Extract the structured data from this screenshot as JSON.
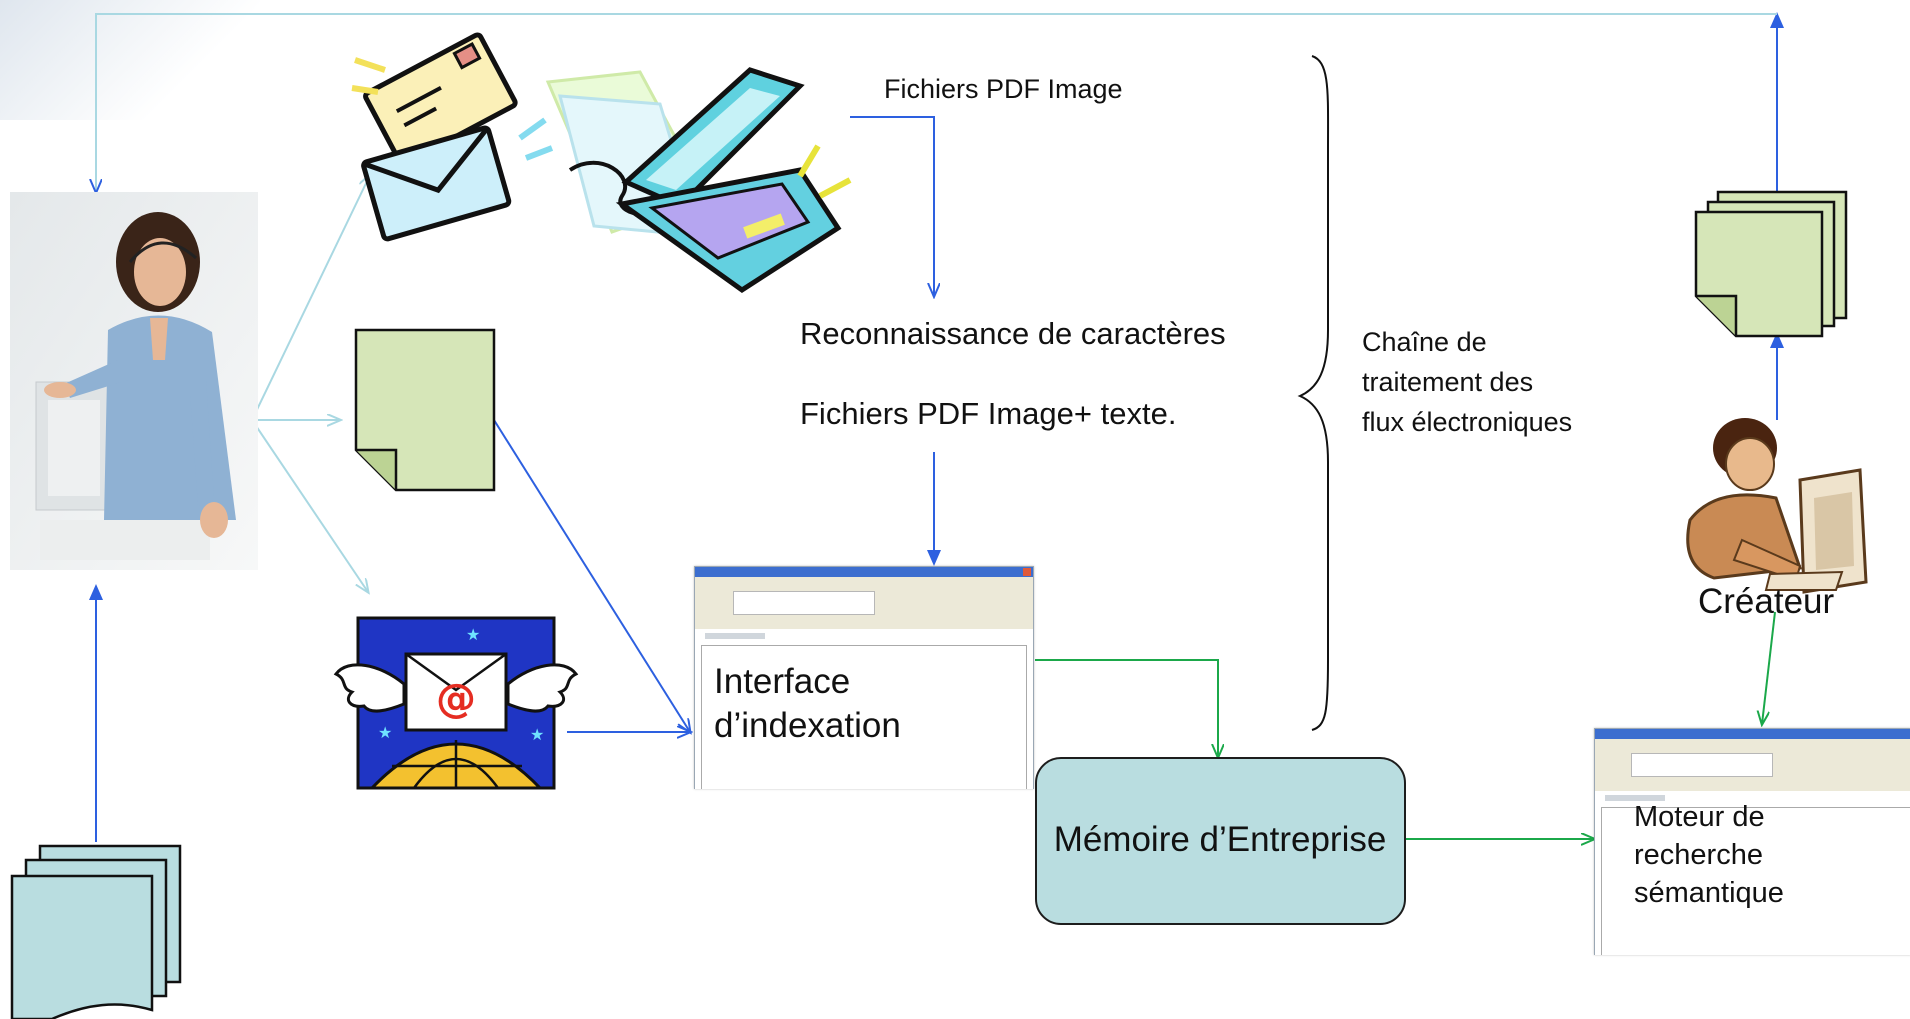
{
  "labels": {
    "fichiers_pdf_image": "Fichiers PDF Image",
    "reconnaissance": "Reconnaissance de caractères",
    "fichiers_pdf_texte": "Fichiers PDF Image+ texte.",
    "chaine": "Chaîne de traitement des flux électroniques",
    "interface": "Interface d’indexation",
    "memoire": "Mémoire d’Entreprise",
    "createur": "Créateur",
    "moteur": "Moteur de recherche sémantique"
  },
  "icons": {
    "person": "woman-at-computer",
    "mail": "envelopes",
    "scanner": "scanner",
    "document": "document",
    "email": "winged-email",
    "paper_stack_left": "paper-stack",
    "paper_stack_right": "paper-stack",
    "creator": "man-at-computer"
  },
  "colors": {
    "blue_arrow": "#2d60e0",
    "light_arrow": "#a9d8e2",
    "green_arrow": "#1ba84a",
    "doc_green": "#d6e6b8",
    "doc_teal": "#b9dde0",
    "memory_fill": "#b9dde0"
  }
}
